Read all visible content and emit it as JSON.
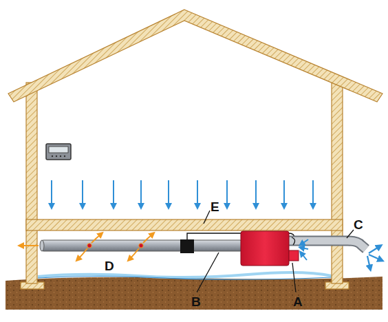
{
  "diagram": {
    "labels": [
      "E",
      "C",
      "D",
      "B",
      "A"
    ]
  }
}
